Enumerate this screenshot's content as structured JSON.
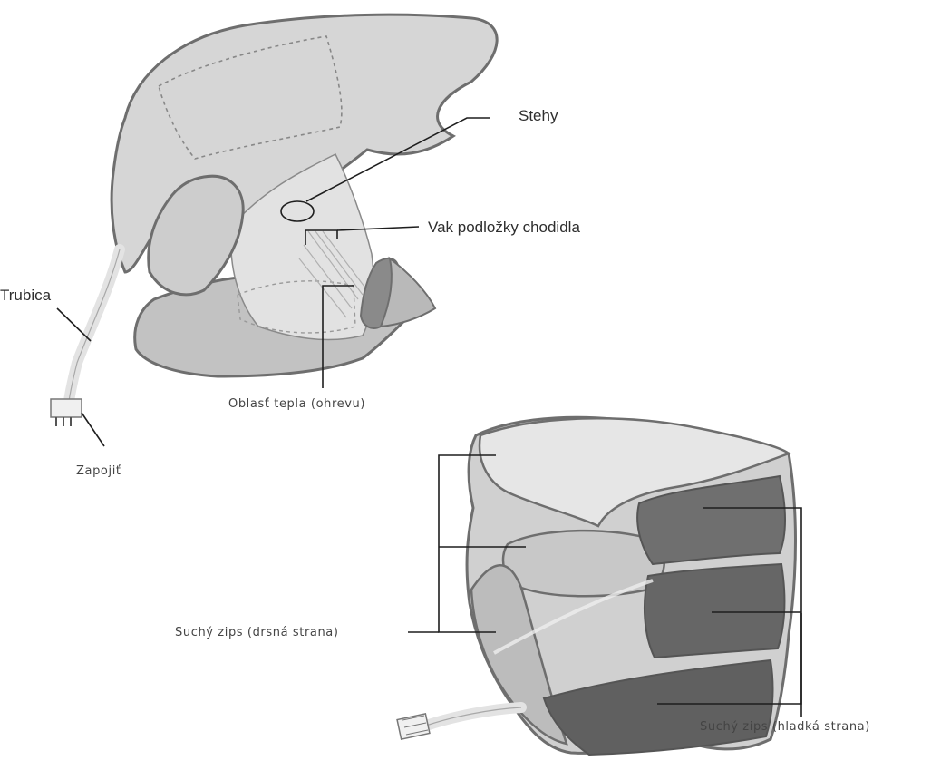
{
  "labels": {
    "stehy": "Stehy",
    "vak": "Vak podložky chodidla",
    "trubica": "Trubica",
    "oblast": "Oblasť tepla (ohrevu)",
    "zapojit": "Zapojiť",
    "suchy_drsna": "Suchý zips (drsná strana)",
    "suchy_hladka": "Suchý zips (hladká strana)"
  },
  "colors": {
    "fabric_light": "#d9d9d9",
    "fabric_mid": "#bdbdbd",
    "fabric_dark": "#7f7f7f",
    "outline": "#6e6e6e",
    "leader": "#1e1e1e"
  }
}
